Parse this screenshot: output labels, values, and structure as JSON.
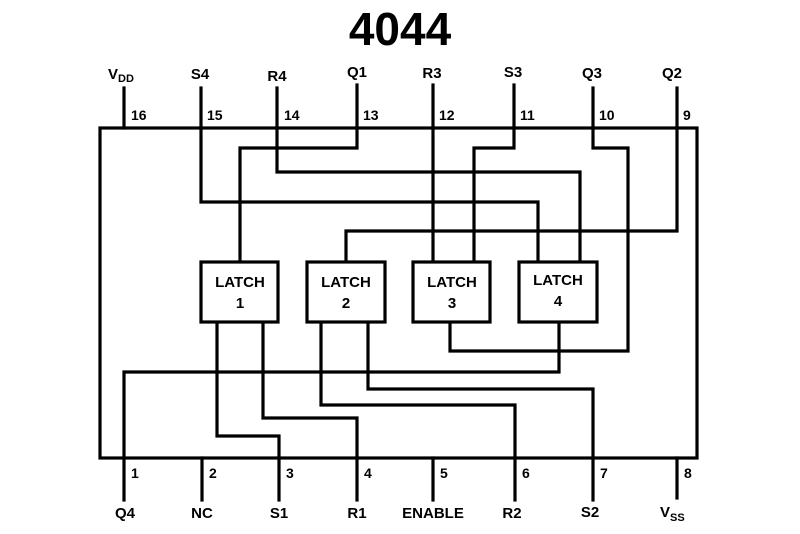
{
  "title": "4044",
  "top_pins": [
    {
      "num": "16",
      "label": "V",
      "sub": "DD"
    },
    {
      "num": "15",
      "label": "S4"
    },
    {
      "num": "14",
      "label": "R4"
    },
    {
      "num": "13",
      "label": "Q1"
    },
    {
      "num": "12",
      "label": "R3"
    },
    {
      "num": "11",
      "label": "S3"
    },
    {
      "num": "10",
      "label": "Q3"
    },
    {
      "num": "9",
      "label": "Q2"
    }
  ],
  "bottom_pins": [
    {
      "num": "1",
      "label": "Q4"
    },
    {
      "num": "2",
      "label": "NC"
    },
    {
      "num": "3",
      "label": "S1"
    },
    {
      "num": "4",
      "label": "R1"
    },
    {
      "num": "5",
      "label": "ENABLE"
    },
    {
      "num": "6",
      "label": "R2"
    },
    {
      "num": "7",
      "label": "S2"
    },
    {
      "num": "8",
      "label": "V",
      "sub": "SS"
    }
  ],
  "latches": [
    {
      "label": "LATCH",
      "index": "1"
    },
    {
      "label": "LATCH",
      "index": "2"
    },
    {
      "label": "LATCH",
      "index": "3"
    },
    {
      "label": "LATCH",
      "index": "4"
    }
  ]
}
